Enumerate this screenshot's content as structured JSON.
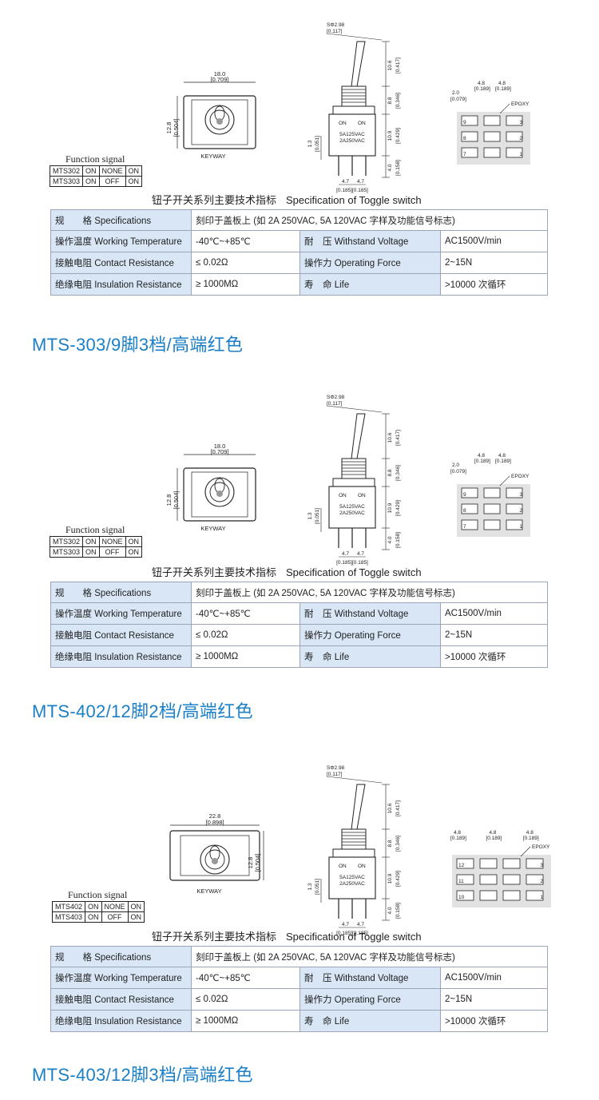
{
  "common": {
    "dims": {
      "lever_diameter": "SΦ2.98",
      "lever_diameter_in": "[0.117]",
      "h1": "10.6",
      "h1_in": "[0.417]",
      "h2": "8.8",
      "h2_in": "[0.346]",
      "h3": "10.9",
      "h3_in": "[0.429]",
      "h4": "4.0",
      "h4_in": "[0.158]",
      "side": "1.3",
      "side_in": "[0.051]",
      "pin_pitch": "4.7",
      "pin_pitch_in": "[0.185][0.185]",
      "on_label": "ON",
      "rating1": "5A125VAC",
      "rating2": "2A250VAC",
      "keyway": "KEYWAY",
      "pitch_small": "2.0",
      "pitch_small_in": "[0.079]",
      "pitch": "4.8",
      "pitch_in": "[0.189]",
      "epoxy": "EPOXY"
    },
    "function_title": "Function signal",
    "spec_caption_cn": "钮子开关系列主要技术指标",
    "spec_caption_en": "Specification of Toggle switch",
    "spec": {
      "r1_label": "规　　格 Specifications",
      "r1_value": "刻印于盖板上 (如 2A 250VAC, 5A 120VAC 字样及功能信号标志)",
      "r2_label": "操作温度 Working Temperature",
      "r2_value": "-40℃~+85℃",
      "r2_label2": "耐　压 Withstand Voltage",
      "r2_value2": "AC1500V/min",
      "r3_label": "接触电阻 Contact Resistance",
      "r3_value": "≤ 0.02Ω",
      "r3_label2": "操作力 Operating Force",
      "r3_value2": "2~15N",
      "r4_label": "绝缘电阻 Insulation Resistance",
      "r4_value": "≥ 1000MΩ",
      "r4_label2": "寿　命 Life",
      "r4_value2": ">10000 次循环"
    }
  },
  "sections": [
    {
      "body_width": "18.0",
      "body_width_in": "[0.709]",
      "body_height": "12.8",
      "body_height_in": "[0.504]",
      "function_rows": [
        [
          "MTS302",
          "ON",
          "NONE",
          "ON"
        ],
        [
          "MTS303",
          "ON",
          "OFF",
          "ON"
        ]
      ],
      "pins": [
        "3",
        "2",
        "1",
        "9",
        "8",
        "7"
      ],
      "heading": "MTS-303/9脚3档/高端红色"
    },
    {
      "body_width": "18.0",
      "body_width_in": "[0.709]",
      "body_height": "12.8",
      "body_height_in": "[0.504]",
      "function_rows": [
        [
          "MTS302",
          "ON",
          "NONE",
          "ON"
        ],
        [
          "MTS303",
          "ON",
          "OFF",
          "ON"
        ]
      ],
      "pins": [
        "3",
        "2",
        "1",
        "9",
        "8",
        "7"
      ],
      "heading": "MTS-402/12脚2档/高端红色"
    },
    {
      "body_width": "22.8",
      "body_width_in": "[0.898]",
      "body_height": "12.8",
      "body_height_in": "[0.504]",
      "function_rows": [
        [
          "MTS402",
          "ON",
          "NONE",
          "ON"
        ],
        [
          "MTS403",
          "ON",
          "OFF",
          "ON"
        ]
      ],
      "pins": [
        "3",
        "2",
        "1",
        "12",
        "11",
        "10"
      ],
      "heading": "MTS-403/12脚3档/高端红色"
    }
  ]
}
